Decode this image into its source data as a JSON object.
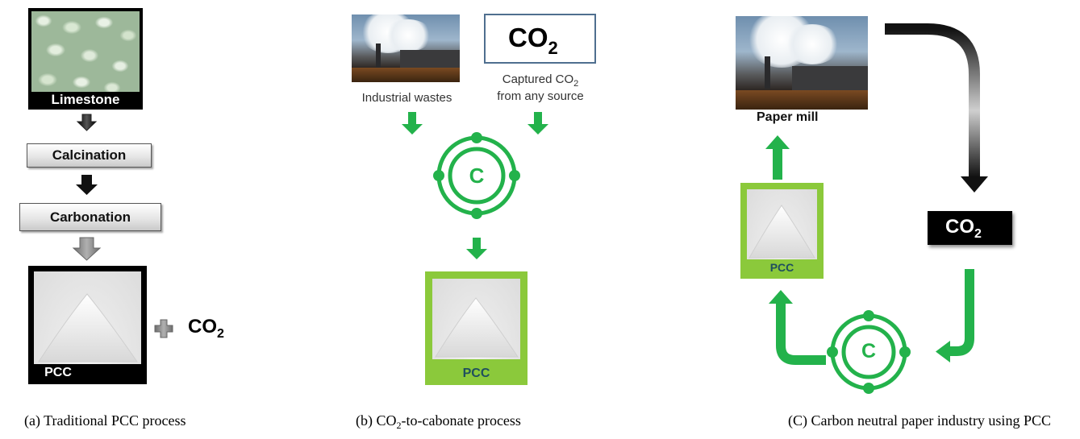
{
  "panel_a": {
    "limestone_label": "Limestone",
    "step1": "Calcination",
    "step2": "Carbonation",
    "pcc_label": "PCC",
    "co2_main": "CO",
    "co2_sub": "2",
    "caption": "(a) Traditional PCC process"
  },
  "panel_b": {
    "co2_box_main": "CO",
    "co2_box_sub": "2",
    "wastes_label": "Industrial wastes",
    "captured_line1_main": "Captured CO",
    "captured_line1_sub": "2",
    "captured_line2": "from any source",
    "carbon_letter": "C",
    "pcc_label": "PCC",
    "caption_prefix": "(b) CO",
    "caption_sub": "2",
    "caption_suffix": "-to-cabonate process"
  },
  "panel_c": {
    "mill_label": "Paper mill",
    "pcc_label": "PCC",
    "co2_main": "CO",
    "co2_sub": "2",
    "carbon_letter": "C",
    "caption": "(C) Carbon neutral paper industry using PCC"
  },
  "colors": {
    "green": "#23b24b",
    "light_green": "#8bc93b",
    "black": "#000000",
    "pcc_text_green_panel": "#1f4f5e"
  }
}
